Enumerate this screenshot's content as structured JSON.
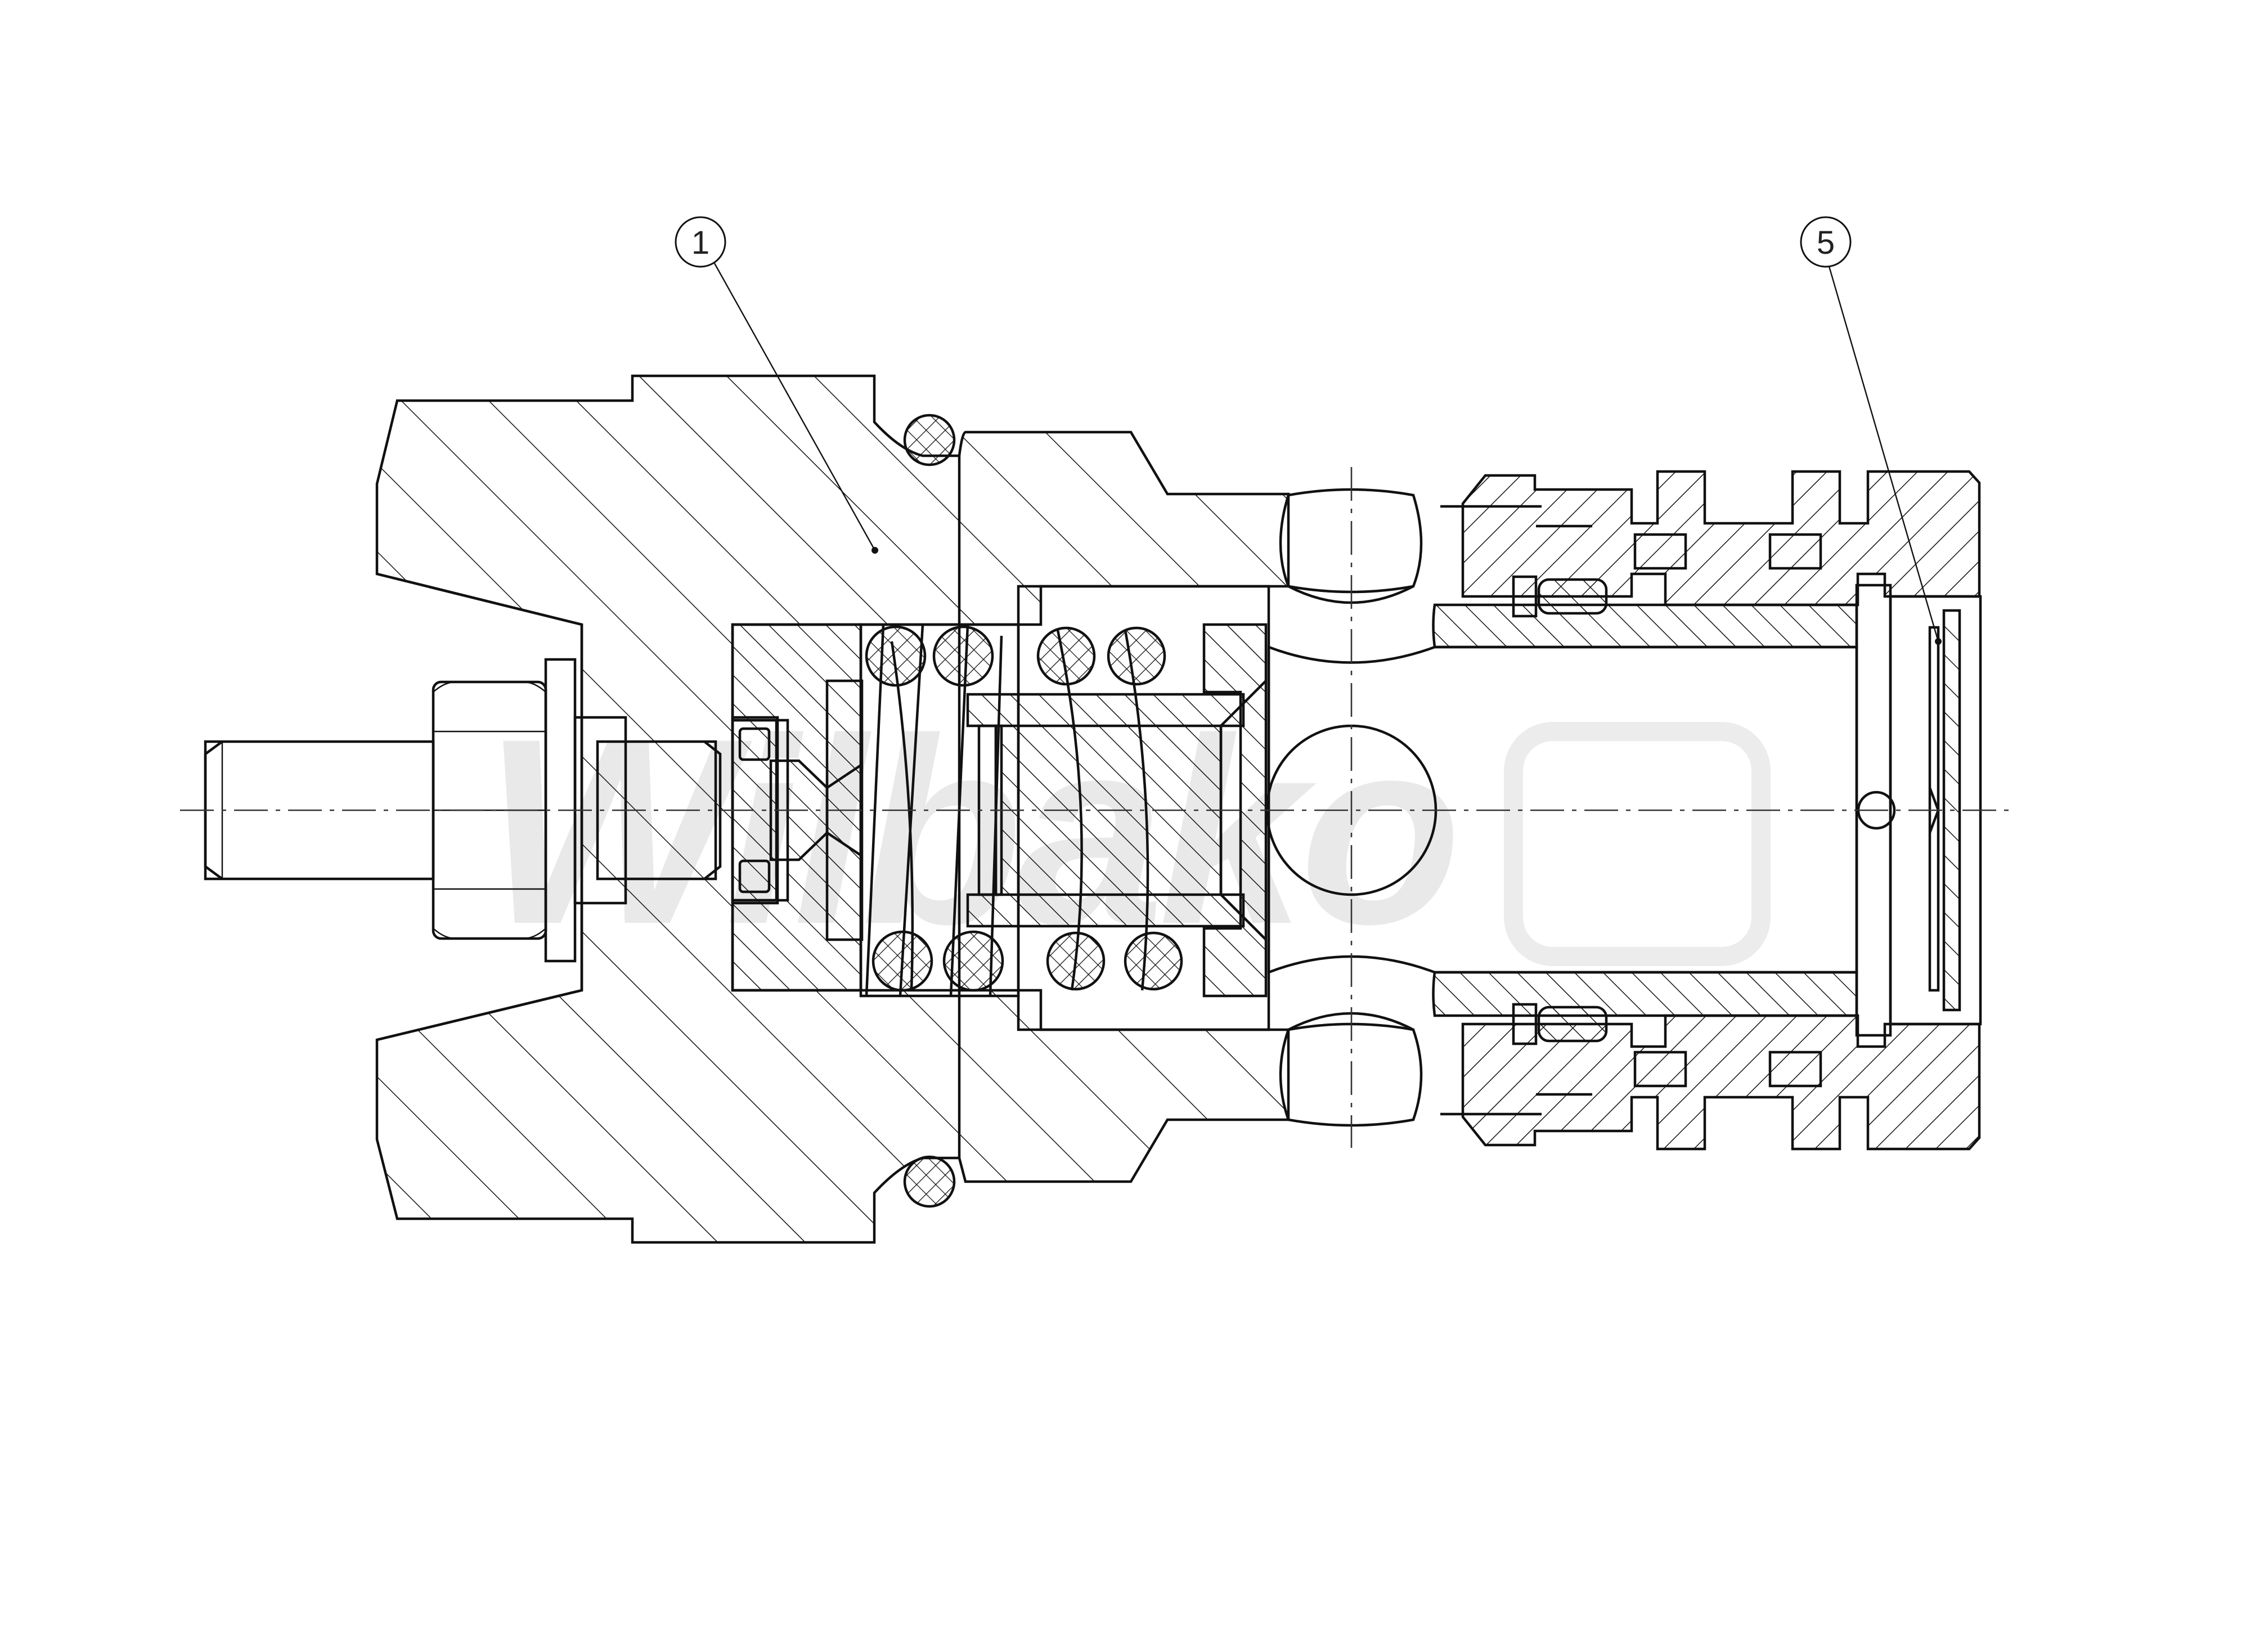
{
  "drawing": {
    "kind": "sectional-assembly-view",
    "balloons": [
      {
        "label": "1",
        "target": "main-body"
      },
      {
        "label": "5",
        "target": "end-retaining-ring"
      }
    ],
    "watermark": "Wilbako",
    "colors": {
      "line": "#111111",
      "hatch": "#111111",
      "watermark": "#e9e9e9",
      "background": "#ffffff"
    }
  }
}
